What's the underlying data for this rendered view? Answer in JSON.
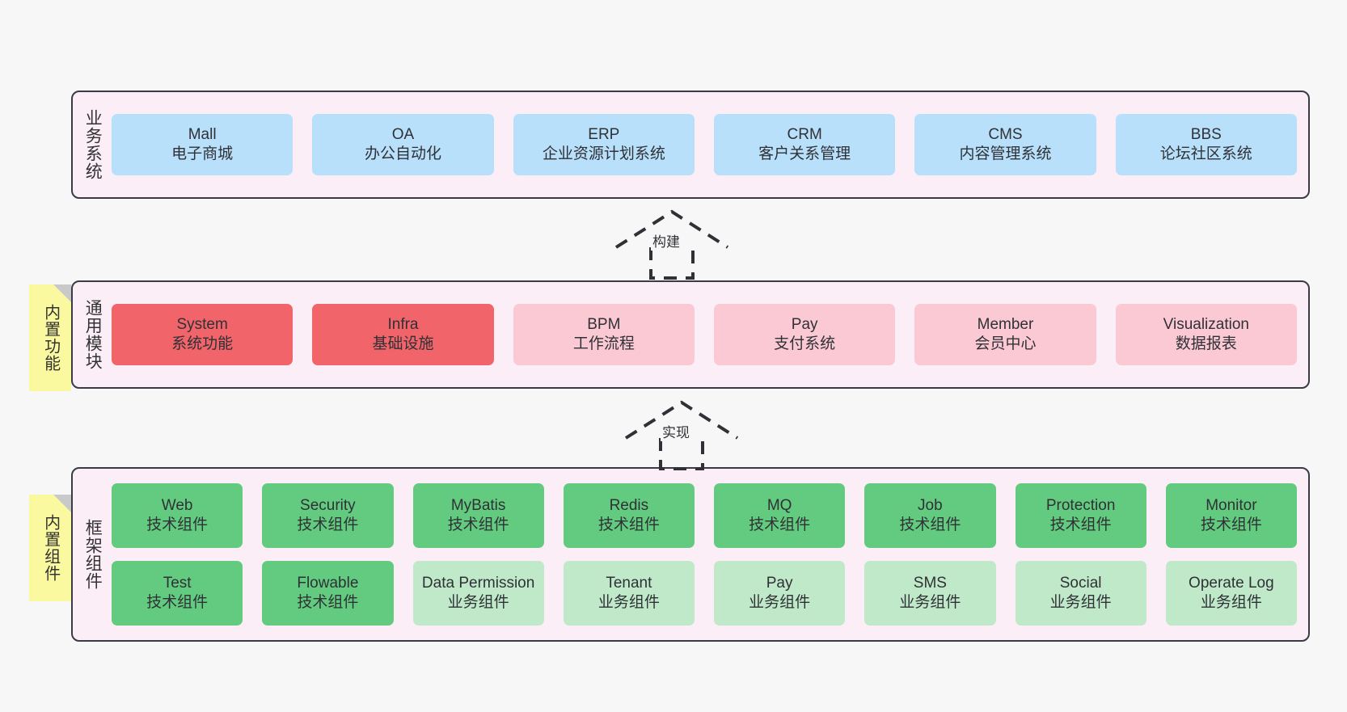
{
  "layers": [
    {
      "id": "business",
      "title": "业务系统",
      "rows": [
        {
          "nodes": [
            {
              "name": "Mall",
              "desc": "电子商城",
              "color": "c-blue"
            },
            {
              "name": "OA",
              "desc": "办公自动化",
              "color": "c-blue"
            },
            {
              "name": "ERP",
              "desc": "企业资源计划系统",
              "color": "c-blue"
            },
            {
              "name": "CRM",
              "desc": "客户关系管理",
              "color": "c-blue"
            },
            {
              "name": "CMS",
              "desc": "内容管理系统",
              "color": "c-blue"
            },
            {
              "name": "BBS",
              "desc": "论坛社区系统",
              "color": "c-blue"
            }
          ]
        }
      ]
    },
    {
      "id": "common",
      "title": "通用模块",
      "note": "内置功能",
      "rows": [
        {
          "nodes": [
            {
              "name": "System",
              "desc": "系统功能",
              "color": "c-red"
            },
            {
              "name": "Infra",
              "desc": "基础设施",
              "color": "c-red"
            },
            {
              "name": "BPM",
              "desc": "工作流程",
              "color": "c-pink"
            },
            {
              "name": "Pay",
              "desc": "支付系统",
              "color": "c-pink"
            },
            {
              "name": "Member",
              "desc": "会员中心",
              "color": "c-pink"
            },
            {
              "name": "Visualization",
              "desc": "数据报表",
              "color": "c-pink"
            }
          ]
        }
      ]
    },
    {
      "id": "framework",
      "title": "框架组件",
      "note": "内置组件",
      "rows": [
        {
          "nodes": [
            {
              "name": "Web",
              "desc": "技术组件",
              "color": "c-green"
            },
            {
              "name": "Security",
              "desc": "技术组件",
              "color": "c-green"
            },
            {
              "name": "MyBatis",
              "desc": "技术组件",
              "color": "c-green"
            },
            {
              "name": "Redis",
              "desc": "技术组件",
              "color": "c-green"
            },
            {
              "name": "MQ",
              "desc": "技术组件",
              "color": "c-green"
            },
            {
              "name": "Job",
              "desc": "技术组件",
              "color": "c-green"
            },
            {
              "name": "Protection",
              "desc": "技术组件",
              "color": "c-green"
            },
            {
              "name": "Monitor",
              "desc": "技术组件",
              "color": "c-green"
            }
          ]
        },
        {
          "nodes": [
            {
              "name": "Test",
              "desc": "技术组件",
              "color": "c-green"
            },
            {
              "name": "Flowable",
              "desc": "技术组件",
              "color": "c-green"
            },
            {
              "name": "Data Permission",
              "desc": "业务组件",
              "color": "c-greenlight"
            },
            {
              "name": "Tenant",
              "desc": "业务组件",
              "color": "c-greenlight"
            },
            {
              "name": "Pay",
              "desc": "业务组件",
              "color": "c-greenlight"
            },
            {
              "name": "SMS",
              "desc": "业务组件",
              "color": "c-greenlight"
            },
            {
              "name": "Social",
              "desc": "业务组件",
              "color": "c-greenlight"
            },
            {
              "name": "Operate Log",
              "desc": "业务组件",
              "color": "c-greenlight"
            }
          ]
        }
      ]
    }
  ],
  "connectors": [
    {
      "id": "build",
      "label": "构建"
    },
    {
      "id": "implement",
      "label": "实现"
    }
  ],
  "colors": {
    "background": "#f7f7f7",
    "container_fill": "#fbeef6",
    "container_border": "#3b3b47",
    "note_fill": "#fbf9a0",
    "note_fold": "#c9c9c9",
    "blue": "#b9e0fb",
    "red": "#f1646a",
    "pink": "#fbc9d4",
    "green": "#63cb7f",
    "green_light": "#bfe9c9",
    "text": "#2f3136"
  }
}
